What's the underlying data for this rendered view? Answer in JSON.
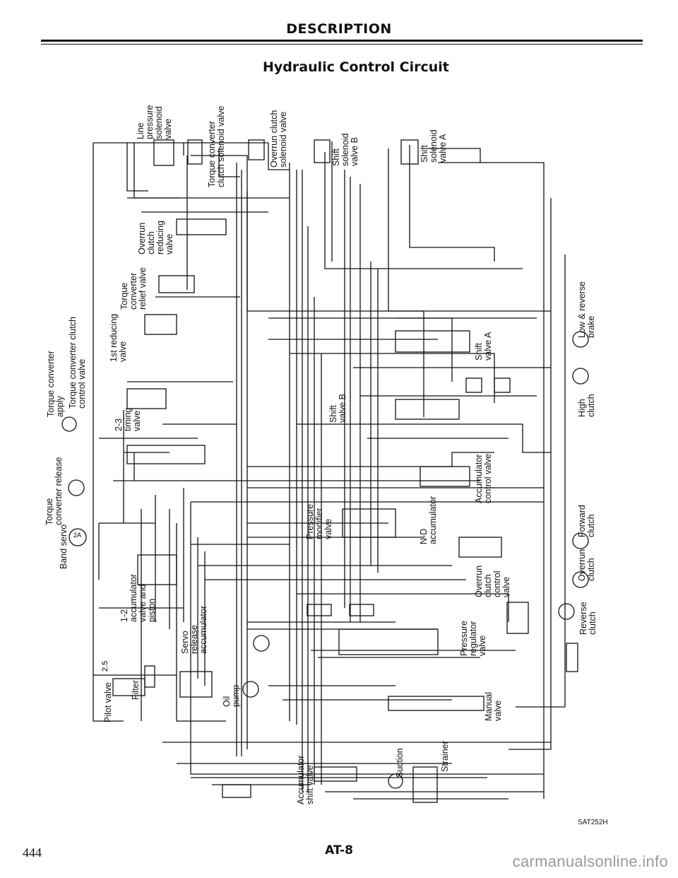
{
  "header": {
    "title": "DESCRIPTION",
    "subtitle": "Hydraulic Control Circuit"
  },
  "labels": {
    "line_pressure_solenoid": "Line\npressure\nsolenoid\nvalve",
    "tcc_solenoid": "Torque converter\nclutch solenoid valve",
    "overrun_solenoid": "Overrun clutch\nsolenoid valve",
    "shift_solenoid_b": "Shift\nsolenoid\nvalve B",
    "shift_solenoid_a": "Shift\nsolenoid\nvalve A",
    "overrun_reducing": "Overrun\nclutch\nreducing\nvalve",
    "tc_relief": "Torque\nconverter\nrelief valve",
    "first_reducing": "1st reducing\nvalve",
    "tcc_control": "Torque converter clutch\ncontrol valve",
    "tc_apply": "Torque converter\napply",
    "timing_23": "2-3\ntiming\nvalve",
    "tc_release": "Torque\nconverter release",
    "band_servo": "Band servo",
    "accum_12": "1-2\naccumulator\nvalve and\npiston",
    "servo_release_accum": "Servo\nrelease\naccumulator",
    "pilot_valve": "Pilot valve",
    "filter": "Filter",
    "oil_pump": "Oil\npump",
    "accum_shift": "Accumulator\nshift valve",
    "suction": "Suction",
    "strainer": "Strainer",
    "manual_valve": "Manual\nvalve",
    "pressure_regulator": "Pressure\nregulator\nvalve",
    "pressure_modifier": "Pressure\nmodifier\nvalve",
    "nd_accumulator": "N-D\naccumulator",
    "accum_control": "Accumulator\ncontrol valve",
    "overrun_control": "Overrun\nclutch\ncontrol\nvalve",
    "shift_valve_b": "Shift\nvalve B",
    "shift_valve_a": "Shift\nvalve A",
    "low_reverse": "Low & reverse\nbrake",
    "high_clutch": "High\nclutch",
    "forward_clutch": "Forward\nclutch",
    "overrun_clutch": "Overrun\nclutch",
    "reverse_clutch": "Reverse\nclutch",
    "port_25": "2.5",
    "port_2a": "2A"
  },
  "figure_code": "SAT252H",
  "footer": {
    "page_number": "444",
    "page_code": "AT-8",
    "watermark": "carmanualsonline.info"
  }
}
